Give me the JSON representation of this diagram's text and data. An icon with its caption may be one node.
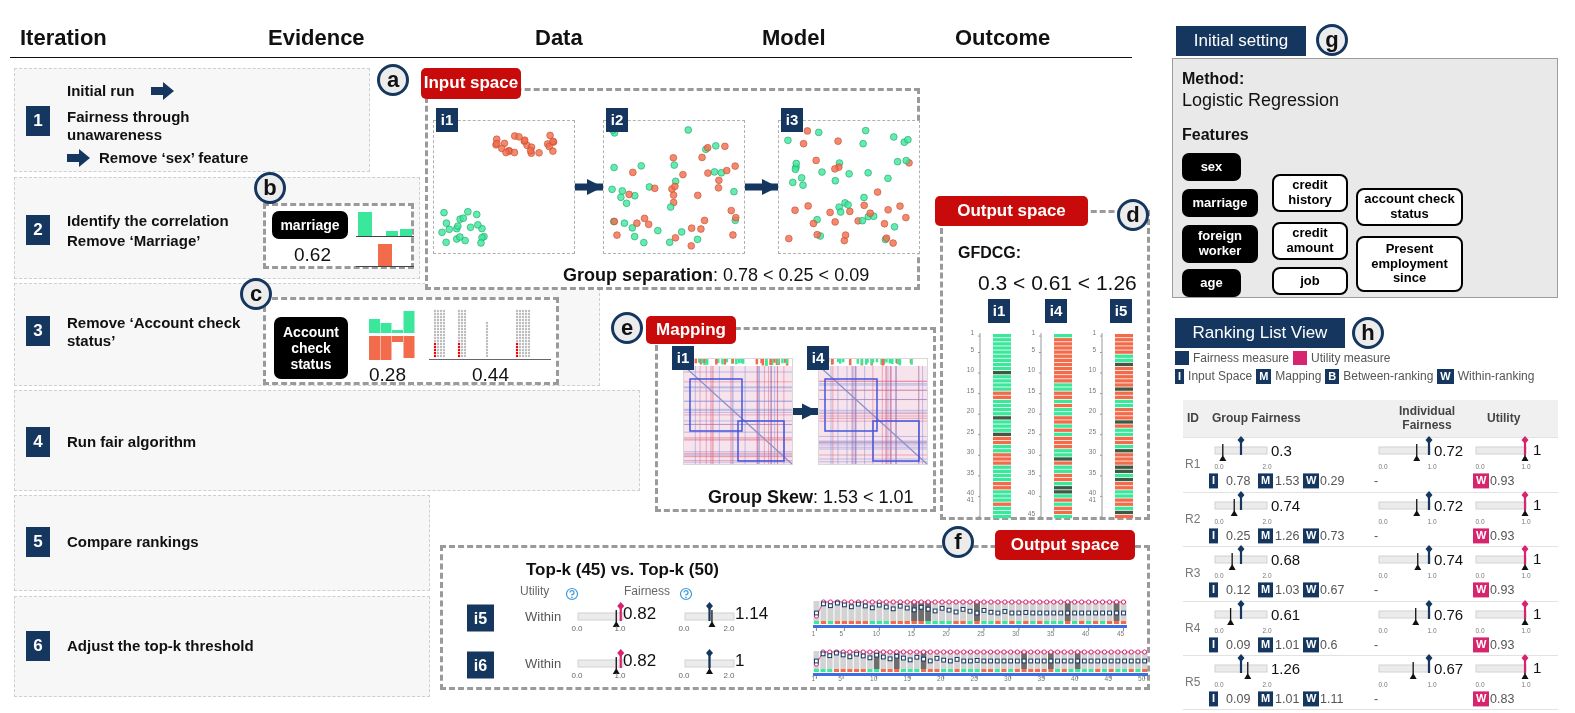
{
  "diagram": {
    "nodes": [
      {
        "text": [
          "1",
          "Initial run",
          "Fairness through unawareness",
          "Remove ‘sex’ feature"
        ]
      },
      {
        "text": [
          "2",
          "Identify the correlation",
          "Remove ‘Marriage’"
        ]
      },
      {
        "text": [
          "3",
          "Remove ‘Account check status’"
        ]
      },
      {
        "text": [
          "4",
          "Run fair algorithm"
        ]
      },
      {
        "text": [
          "5",
          "Compare rankings"
        ]
      },
      {
        "text": [
          "6",
          "Adjust the top-k threshold"
        ]
      },
      {
        "text": [
          "Input space",
          "**Group separation**: 0.78 < 0.25 < 0.09"
        ],
        "beside": [
          "a"
        ]
      },
      {
        "text": [
          "i1"
        ],
        "in": 6
      },
      {
        "text": [
          "i2"
        ],
        "in": 6
      },
      {
        "text": [
          "i3"
        ],
        "in": 6
      },
      {
        "text": [
          "marriage",
          "0.62"
        ],
        "beside": [
          "b"
        ],
        "in": 1
      },
      {
        "text": [
          "Account check status",
          "0.28",
          "0.44"
        ],
        "beside": [
          "c"
        ],
        "in": 2
      },
      {
        "text": [
          "Output space",
          "d",
          "GFDCG:",
          "0.3 < 0.61 < 1.26",
          "i1",
          "i4",
          "i5"
        ]
      },
      {
        "text": [
          "Mapping",
          "**Group Skew**: 1.53 < 1.01"
        ],
        "beside": [
          "e"
        ]
      },
      {
        "text": [
          "i1"
        ],
        "in": 13
      },
      {
        "text": [
          "i4"
        ],
        "in": 13
      },
      {
        "text": [
          "Output space",
          "Top-k (45) vs. Top-k (50)"
        ],
        "beside": [
          "f"
        ]
      },
      {
        "text": [
          "Initial setting",
          "Method:",
          "Logistic Regression",
          "Features"
        ],
        "beside": [
          "g"
        ]
      },
      {
        "text": [
          "sex"
        ],
        "in": 17
      },
      {
        "text": [
          "marriage"
        ],
        "in": 17
      },
      {
        "text": [
          "foreign worker"
        ],
        "in": 17
      },
      {
        "text": [
          "age"
        ],
        "in": 17
      },
      {
        "text": [
          "credit history"
        ],
        "in": 17
      },
      {
        "text": [
          "credit amount"
        ],
        "in": 17
      },
      {
        "text": [
          "job"
        ],
        "in": 17
      },
      {
        "text": [
          "account check status"
        ],
        "in": 17
      },
      {
        "text": [
          "Present employment since"
        ],
        "in": 17
      },
      {
        "text": [
          "Ranking List View"
        ],
        "beside": [
          "h"
        ]
      }
    ],
    "edges": [
      {
        "from": 7,
        "to": 8,
        "arrow": "to"
      },
      {
        "from": 8,
        "to": 9,
        "arrow": "to"
      },
      {
        "from": 14,
        "to": 15,
        "arrow": "to"
      }
    ],
    "labels": [
      "Iteration",
      "Evidence",
      "Data",
      "Model",
      "Outcome",
      "1",
      "5",
      "10",
      "15",
      "20",
      "25",
      "30",
      "35",
      "40",
      "41",
      "1",
      "5",
      "10",
      "15",
      "20",
      "25",
      "30",
      "35",
      "40",
      "45",
      "1",
      "5",
      "10",
      "15",
      "20",
      "25",
      "30",
      "35",
      "40",
      "41",
      "Utility",
      "Fairness",
      "i5",
      "Within",
      "0.82",
      "0.0",
      "1.0",
      "1.14",
      "0.0",
      "2.0",
      "1",
      "5",
      "10",
      "15",
      "20",
      "25",
      "30",
      "35",
      "40",
      "45",
      "i6",
      "Within",
      "0.82",
      "0.0",
      "1.0",
      "1",
      "0.0",
      "2.0",
      "1",
      "5",
      "10",
      "15",
      "20",
      "25",
      "30",
      "35",
      "40",
      "45",
      "50",
      "I",
      "Input Space",
      "M",
      "Mapping",
      "B",
      "Between-ranking",
      "W",
      "Within-ranking",
      "ID",
      "Group Fairness",
      "Individual Fairness",
      "Utility",
      "R1",
      "0.3",
      "0.0",
      "2.0",
      "0.72",
      "0.0",
      "1.0",
      "1",
      "0.0",
      "1.0",
      "I",
      "0.78",
      "M",
      "1.53",
      "W",
      "0.29",
      "-",
      "W",
      "0.93",
      "R2",
      "0.74",
      "0.0",
      "2.0",
      "0.72",
      "0.0",
      "1.0",
      "1",
      "0.0",
      "1.0",
      "I",
      "0.25",
      "M",
      "1.26",
      "W",
      "0.73",
      "-",
      "W",
      "0.93",
      "R3",
      "0.68",
      "0.0",
      "2.0",
      "0.74",
      "0.0",
      "1.0",
      "1",
      "0.0",
      "1.0",
      "I",
      "0.12",
      "M",
      "1.03",
      "W",
      "0.67",
      "-",
      "W",
      "0.93",
      "R4",
      "0.61",
      "0.0",
      "2.0",
      "0.76",
      "0.0",
      "1.0",
      "1",
      "0.0",
      "1.0",
      "I",
      "0.09",
      "M",
      "1.01",
      "W",
      "0.6",
      "-",
      "W",
      "0.93",
      "R5",
      "1.26",
      "0.0",
      "2.0",
      "0.67",
      "0.0",
      "1.0",
      "1",
      "0.0",
      "1.0",
      "I",
      "0.09",
      "M",
      "1.01",
      "W",
      "1.11",
      "-",
      "W",
      "0.83"
    ],
    "legend": [
      {
        "text": "Fairness measure",
        "color": "#15375f"
      },
      {
        "text": "Utility measure",
        "color": "#d6246e"
      }
    ]
  }
}
